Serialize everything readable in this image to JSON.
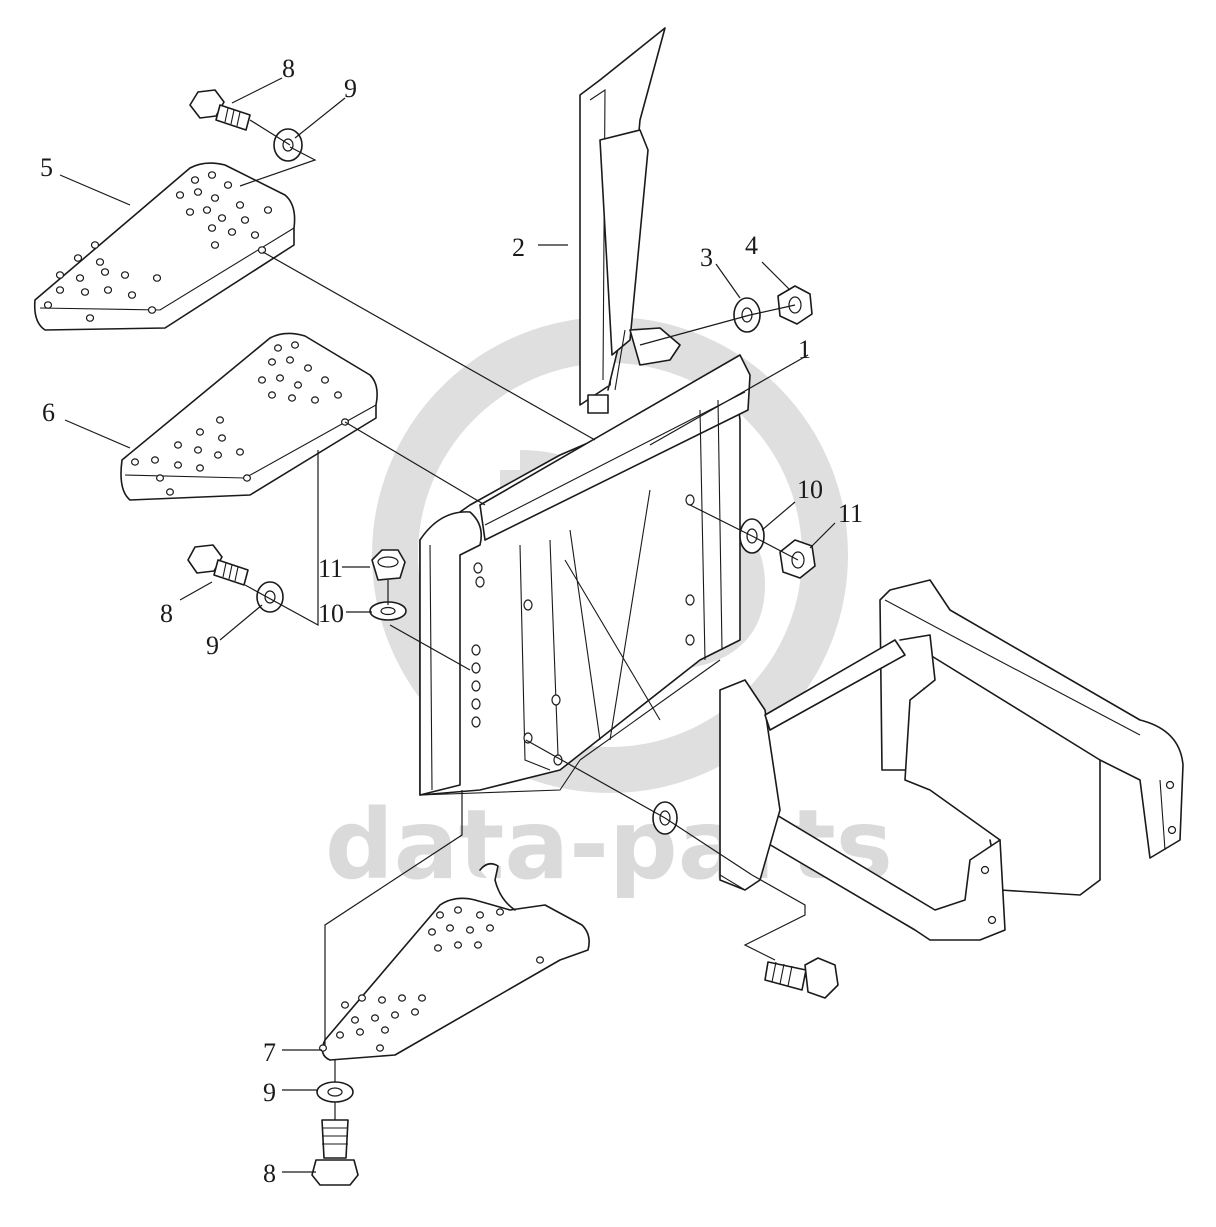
{
  "watermark": {
    "text": "data-parts",
    "color": "#d4d4d4"
  },
  "callouts": [
    {
      "id": "c1",
      "label": "1"
    },
    {
      "id": "c2",
      "label": "2"
    },
    {
      "id": "c3",
      "label": "3"
    },
    {
      "id": "c4",
      "label": "4"
    },
    {
      "id": "c5",
      "label": "5"
    },
    {
      "id": "c6",
      "label": "6"
    },
    {
      "id": "c7",
      "label": "7"
    },
    {
      "id": "c8a",
      "label": "8"
    },
    {
      "id": "c8b",
      "label": "8"
    },
    {
      "id": "c8c",
      "label": "8"
    },
    {
      "id": "c9a",
      "label": "9"
    },
    {
      "id": "c9b",
      "label": "9"
    },
    {
      "id": "c9c",
      "label": "9"
    },
    {
      "id": "c10a",
      "label": "10"
    },
    {
      "id": "c10b",
      "label": "10"
    },
    {
      "id": "c11a",
      "label": "11"
    },
    {
      "id": "c11b",
      "label": "11"
    }
  ]
}
